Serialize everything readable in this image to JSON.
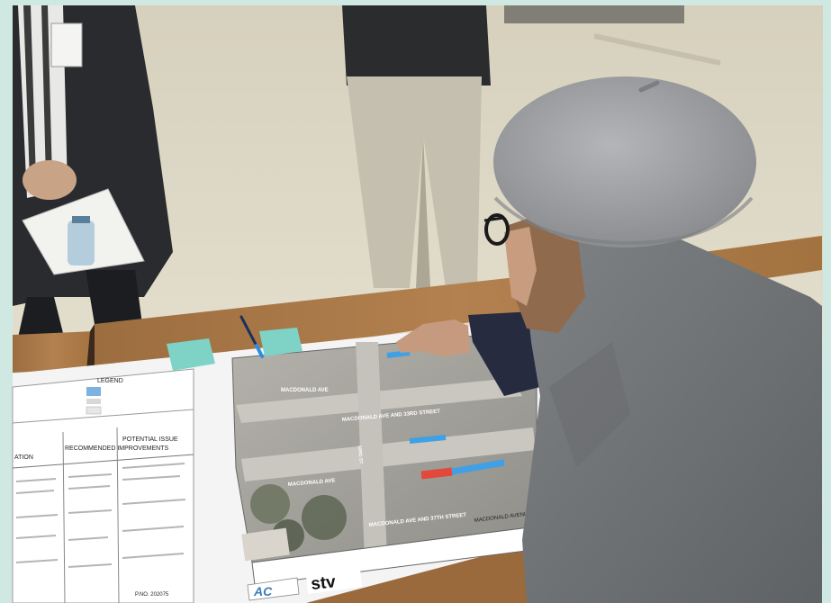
{
  "photo": {
    "description_id": "public-meeting-photo"
  },
  "plan_sheet": {
    "legend_title": "LEGEND",
    "table_headers": {
      "col_a": "ATION",
      "col_b": "RECOMMENDED IMPROVEMENTS",
      "col_c": "POTENTIAL ISSUE"
    },
    "sheet_number": "P.NO. 202075"
  },
  "map": {
    "labels": {
      "top_street": "MACDONALD AVE",
      "top_intersection": "MACDONALD AVE AND 33RD STREET",
      "mid_street": "MACDONALD AVE",
      "side_street": "33RD ST",
      "bottom_intersection": "MACDONALD AVE AND 37TH STREET",
      "right_label": "MACDONALD AVENUE"
    }
  },
  "logos": {
    "ac_logo": "AC",
    "stv_logo": "stv"
  },
  "colors": {
    "frame_bg": "#cfe9e2",
    "table_wood": "#a87847",
    "floor": "#dcd6c4",
    "beret": "#9ea0a3",
    "coat": "#75787b",
    "sticky_note": "#7fd3c6",
    "blue_marker": "#2d8fe3",
    "red_marker": "#e2483c"
  }
}
